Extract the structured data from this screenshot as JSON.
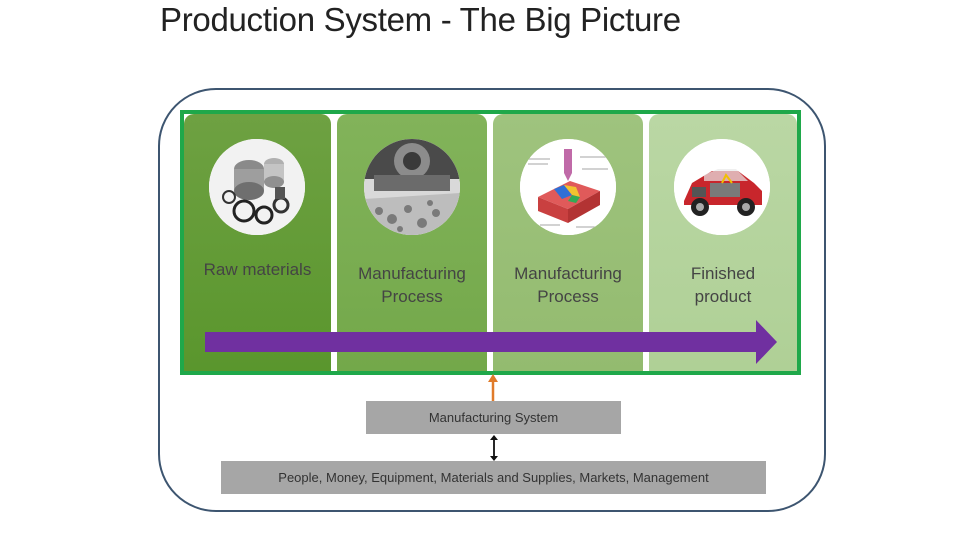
{
  "title": "Production System - The Big Picture",
  "panels": [
    {
      "label_lines": [
        "Raw materials"
      ],
      "image": "raw-materials-photo",
      "color": "#5f9a33"
    },
    {
      "label_lines": [
        "Manufacturing",
        "Process"
      ],
      "image": "machining-photo",
      "color": "#7aad4e"
    },
    {
      "label_lines": [
        "Manufacturing",
        "Process"
      ],
      "image": "cutting-diagram-photo",
      "color": "#98c075"
    },
    {
      "label_lines": [
        "Finished",
        "product"
      ],
      "image": "car-cutaway-photo",
      "color": "#b5d39f"
    }
  ],
  "manufacturing_system": "Manufacturing System",
  "resources": "People, Money, Equipment, Materials and Supplies, Markets, Management",
  "colors": {
    "frame_border": "#3d5570",
    "green_border": "#1fa84a",
    "flow_arrow": "#7030a0",
    "up_arrow": "#e07b2a",
    "box_fill": "#a6a6a6"
  }
}
